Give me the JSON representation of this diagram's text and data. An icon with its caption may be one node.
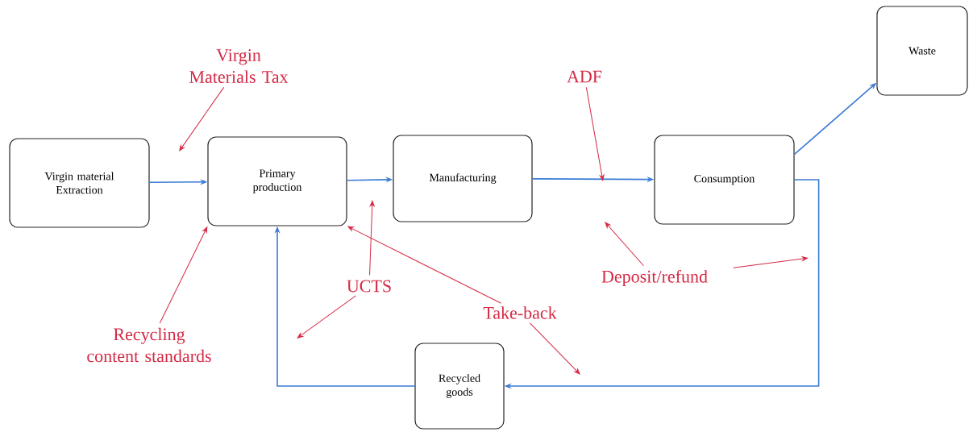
{
  "diagram": {
    "nodes": [
      {
        "text": [
          "Virgin material Extraction"
        ]
      },
      {
        "text": [
          "Primary production"
        ]
      },
      {
        "text": [
          "Manufacturing"
        ]
      },
      {
        "text": [
          "Consumption"
        ]
      },
      {
        "text": [
          "Waste"
        ]
      },
      {
        "text": [
          "Recycled goods"
        ]
      },
      {
        "text": [
          "Virgin Materials Tax"
        ]
      },
      {
        "text": [
          "ADF"
        ]
      },
      {
        "text": [
          "Recycling  content standards"
        ]
      },
      {
        "text": [
          "UCTS"
        ]
      },
      {
        "text": [
          "Take-back"
        ]
      },
      {
        "text": [
          "Deposit/refund"
        ]
      }
    ],
    "edges": [
      {
        "from": 0,
        "to": 1,
        "arrow": "to",
        "color": "#3a7bd5"
      },
      {
        "from": 1,
        "to": 2,
        "arrow": "to",
        "color": "#3a7bd5"
      },
      {
        "from": 2,
        "to": 3,
        "arrow": "to",
        "color": "#3a7bd5"
      },
      {
        "from": 3,
        "to": 4,
        "arrow": "to",
        "color": "#3a7bd5"
      },
      {
        "from": 3,
        "to": 5,
        "arrow": "to",
        "color": "#3a7bd5"
      },
      {
        "from": 5,
        "to": 1,
        "arrow": "to",
        "color": "#3a7bd5"
      },
      {
        "from": 6,
        "to": null,
        "arrow": "to"
      },
      {
        "from": 7,
        "to": null,
        "arrow": "to"
      },
      {
        "from": 8,
        "to": 1,
        "arrow": "to"
      },
      {
        "from": 9,
        "to": null,
        "arrow": "to"
      },
      {
        "from": 9,
        "to": null,
        "arrow": "to"
      },
      {
        "from": 10,
        "to": 1,
        "arrow": "to"
      },
      {
        "from": 10,
        "to": null,
        "arrow": "to"
      },
      {
        "from": 11,
        "to": null,
        "arrow": "to"
      },
      {
        "from": 11,
        "to": null,
        "arrow": "to"
      }
    ]
  }
}
